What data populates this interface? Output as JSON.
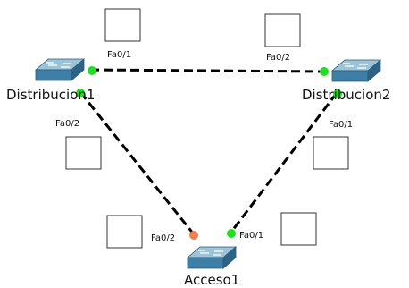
{
  "diagram": {
    "colors": {
      "link": "#000000",
      "port_up": "#22dd22",
      "port_blocking": "#f08050",
      "switch_top": "#9cc3d6",
      "switch_front": "#3f7ea5",
      "switch_side": "#2d6386"
    },
    "devices": {
      "distribucion1": {
        "label": "Distribucion1",
        "icon": "switch-icon"
      },
      "distribucion2": {
        "label": "Distribucion2",
        "icon": "switch-icon"
      },
      "acceso1": {
        "label": "Acceso1",
        "icon": "switch-icon"
      }
    },
    "ports": {
      "d1_fa01": {
        "label": "Fa0/1",
        "state": "up"
      },
      "d2_fa02": {
        "label": "Fa0/2",
        "state": "up"
      },
      "d1_fa02": {
        "label": "Fa0/2",
        "state": "up"
      },
      "d2_fa01": {
        "label": "Fa0/1",
        "state": "up"
      },
      "a1_fa02": {
        "label": "Fa0/2",
        "state": "blocking"
      },
      "a1_fa01": {
        "label": "Fa0/1",
        "state": "up"
      }
    },
    "links": [
      {
        "from": "Distribucion1",
        "from_port": "Fa0/1",
        "to": "Distribucion2",
        "to_port": "Fa0/2"
      },
      {
        "from": "Distribucion1",
        "from_port": "Fa0/2",
        "to": "Acceso1",
        "to_port": "Fa0/2"
      },
      {
        "from": "Distribucion2",
        "from_port": "Fa0/1",
        "to": "Acceso1",
        "to_port": "Fa0/1"
      }
    ],
    "answer_boxes": [
      "",
      "",
      "",
      "",
      "",
      ""
    ]
  }
}
